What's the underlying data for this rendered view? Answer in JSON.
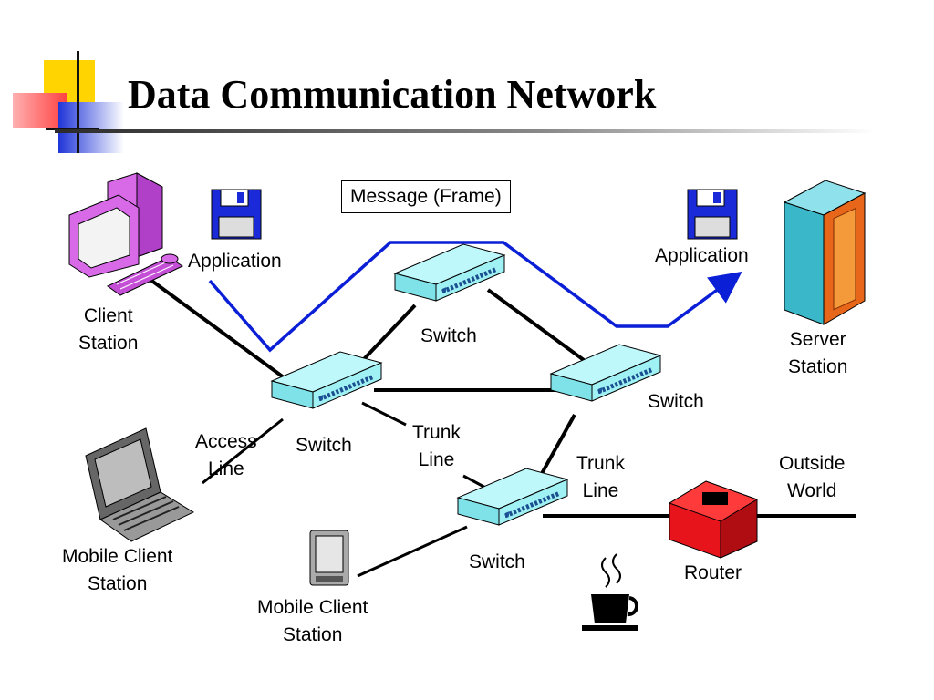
{
  "slide": {
    "title": "Data Communication Network"
  },
  "labels": {
    "message_frame": "Message (Frame)",
    "application_left": "Application",
    "application_right": "Application",
    "client_station": "Client\nStation",
    "server_station": "Server\nStation",
    "switch_top": "Switch",
    "switch_left": "Switch",
    "switch_right": "Switch",
    "switch_bottom": "Switch",
    "access_line": "Access\nLine",
    "trunk_line_1": "Trunk\nLine",
    "trunk_line_2": "Trunk\nLine",
    "outside_world": "Outside\nWorld",
    "router": "Router",
    "mobile_client_laptop": "Mobile Client\nStation",
    "mobile_client_pda": "Mobile Client\nStation"
  },
  "icons": {
    "client": "desktop-computer-icon",
    "server": "server-tower-icon",
    "floppy": "floppy-disk-icon",
    "switch": "network-switch-icon",
    "router": "router-icon",
    "laptop": "laptop-icon",
    "pda": "pda-icon",
    "coffee": "coffee-cup-icon"
  },
  "colors": {
    "message_path": "#0a1fd6",
    "switch_face": "#9ff1f4",
    "router": "#e8141c",
    "floppy": "#1a2ad8",
    "server": "#3ab8c9",
    "client": "#c44fd6"
  }
}
